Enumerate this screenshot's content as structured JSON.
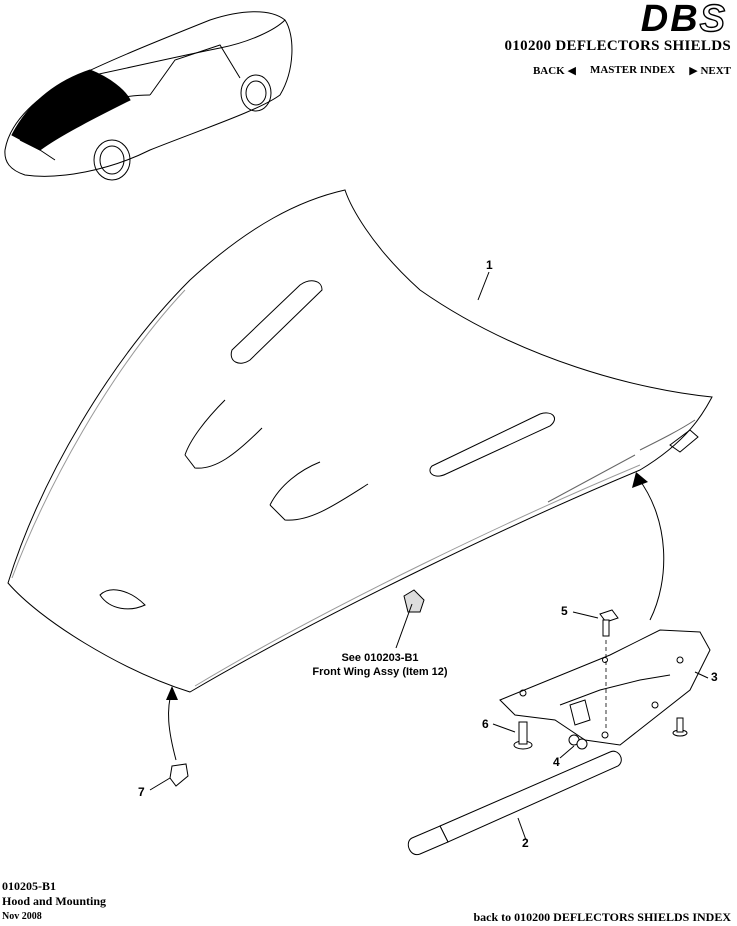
{
  "logo": {
    "text_main": "DB",
    "text_s": "S"
  },
  "header": {
    "title": "010200 DEFLECTORS SHIELDS"
  },
  "nav": {
    "back": "BACK",
    "master_index": "MASTER INDEX",
    "next": "NEXT"
  },
  "callouts": [
    "1",
    "2",
    "3",
    "4",
    "5",
    "6",
    "7"
  ],
  "note": {
    "line1": "See 010203-B1",
    "line2": "Front Wing Assy (Item 12)"
  },
  "footer": {
    "code": "010205-B1",
    "name": "Hood and Mounting",
    "date": "Nov 2008",
    "link": "back to 010200 DEFLECTORS SHIELDS INDEX"
  }
}
